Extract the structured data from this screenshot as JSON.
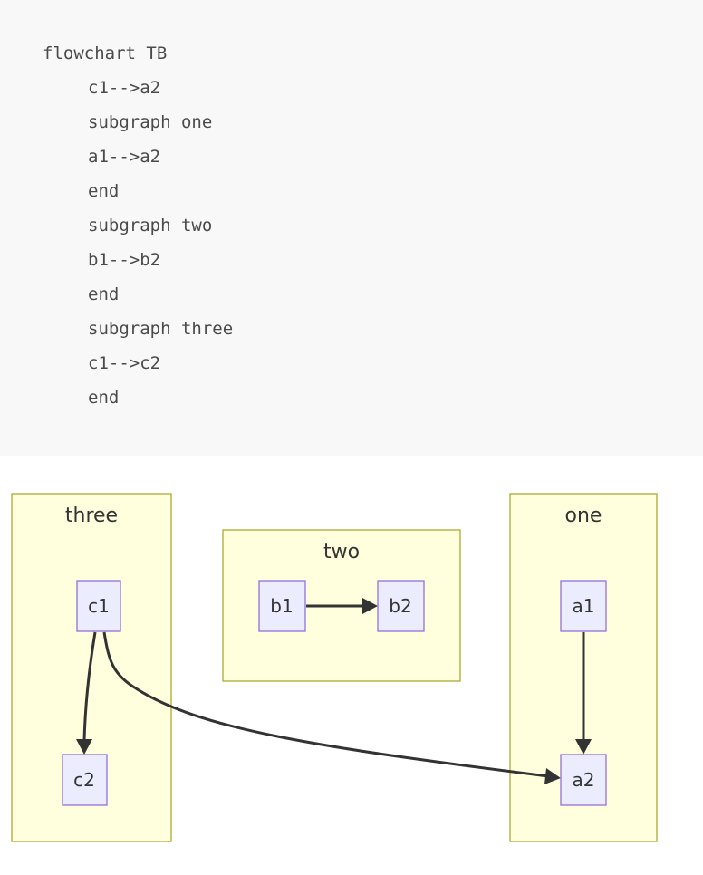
{
  "code": {
    "lines": [
      {
        "indent": 0,
        "text": "flowchart TB"
      },
      {
        "indent": 1,
        "text": "c1-->a2"
      },
      {
        "indent": 1,
        "text": "subgraph one"
      },
      {
        "indent": 1,
        "text": "a1-->a2"
      },
      {
        "indent": 1,
        "text": "end"
      },
      {
        "indent": 1,
        "text": "subgraph two"
      },
      {
        "indent": 1,
        "text": "b1-->b2"
      },
      {
        "indent": 1,
        "text": "end"
      },
      {
        "indent": 1,
        "text": "subgraph three"
      },
      {
        "indent": 1,
        "text": "c1-->c2"
      },
      {
        "indent": 1,
        "text": "end"
      }
    ]
  },
  "diagram": {
    "direction": "TB",
    "colors": {
      "cluster_fill": "#ffffde",
      "cluster_stroke": "#aaaa33",
      "node_fill": "#ececff",
      "node_stroke": "#9370db",
      "edge": "#333333",
      "text": "#333333"
    },
    "subgraphs": [
      {
        "id": "three",
        "label": "three",
        "nodes": [
          "c1",
          "c2"
        ]
      },
      {
        "id": "two",
        "label": "two",
        "nodes": [
          "b1",
          "b2"
        ]
      },
      {
        "id": "one",
        "label": "one",
        "nodes": [
          "a1",
          "a2"
        ]
      }
    ],
    "nodes": [
      {
        "id": "c1",
        "label": "c1"
      },
      {
        "id": "c2",
        "label": "c2"
      },
      {
        "id": "b1",
        "label": "b1"
      },
      {
        "id": "b2",
        "label": "b2"
      },
      {
        "id": "a1",
        "label": "a1"
      },
      {
        "id": "a2",
        "label": "a2"
      }
    ],
    "edges": [
      {
        "from": "c1",
        "to": "a2"
      },
      {
        "from": "a1",
        "to": "a2"
      },
      {
        "from": "b1",
        "to": "b2"
      },
      {
        "from": "c1",
        "to": "c2"
      }
    ]
  }
}
